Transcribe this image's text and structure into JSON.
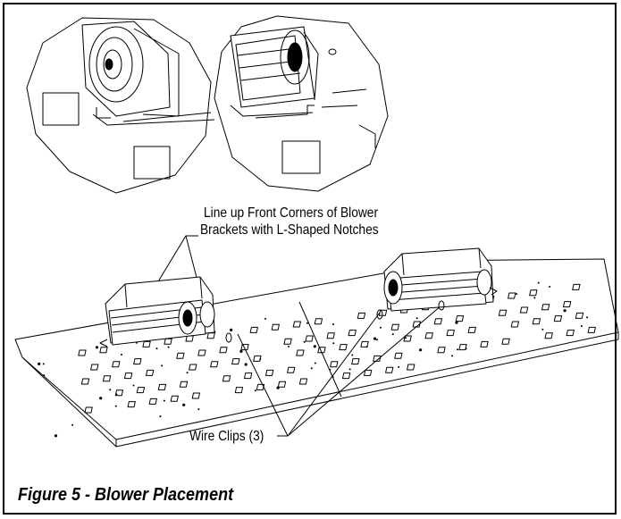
{
  "callouts": {
    "line1": "Line up Front Corners of Blower",
    "line2": "Brackets with L-Shaped Notches",
    "wire_clips": "Wire Clips (3)"
  },
  "caption": "Figure 5 - Blower Placement",
  "colors": {
    "ink": "#000000",
    "paper": "#ffffff"
  },
  "icons": [
    "blower-assembly-left",
    "blower-assembly-right",
    "base-panel",
    "detail-view-left",
    "detail-view-right"
  ]
}
